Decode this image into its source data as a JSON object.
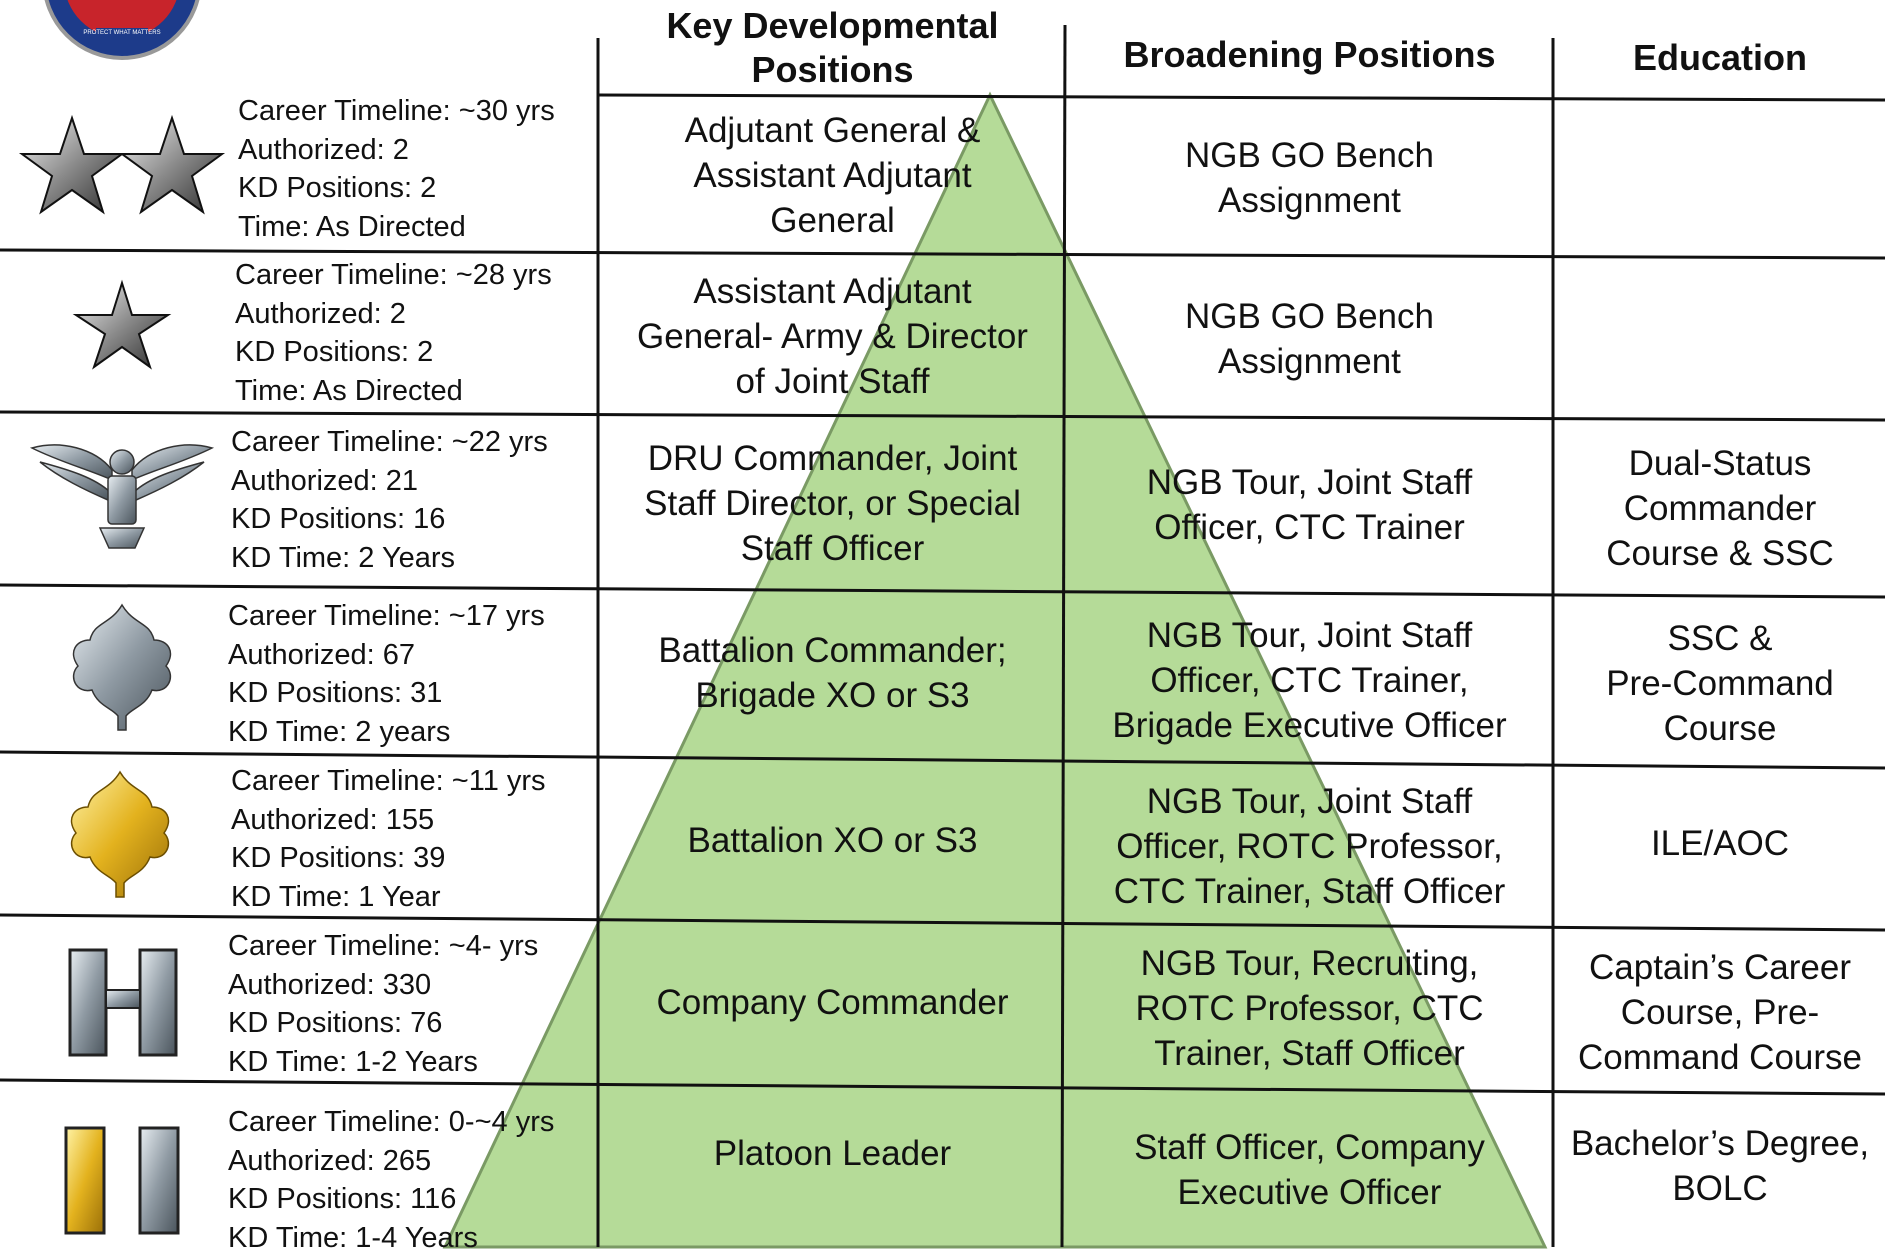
{
  "headers": {
    "kd": "Key Developmental\nPositions",
    "broadening": "Broadening Positions",
    "education": "Education"
  },
  "logo_text": "PROTECT WHAT MATTERS",
  "colors": {
    "pyramid_fill": "#b5db98",
    "pyramid_stroke": "#7a9a64",
    "grid": "#111111",
    "gold": "#e8b820",
    "silver": "#a9b2ba"
  },
  "rows": [
    {
      "insignia": "two-star-icon",
      "info": [
        "Career Timeline: ~30 yrs",
        "Authorized: 2",
        "KD Positions: 2",
        "Time: As Directed"
      ],
      "kd": "Adjutant General &\nAssistant Adjutant\nGeneral",
      "broadening": "NGB GO Bench\nAssignment",
      "education": ""
    },
    {
      "insignia": "one-star-icon",
      "info": [
        "Career Timeline: ~28 yrs",
        "Authorized: 2",
        "KD Positions: 2",
        "Time: As Directed"
      ],
      "kd": "Assistant Adjutant\nGeneral- Army & Director\nof Joint Staff",
      "broadening": "NGB GO Bench\nAssignment",
      "education": ""
    },
    {
      "insignia": "eagle-icon",
      "info": [
        "Career Timeline: ~22 yrs",
        "Authorized: 21",
        "KD Positions: 16",
        "KD Time: 2 Years"
      ],
      "kd": "DRU Commander, Joint\nStaff Director, or Special\nStaff Officer",
      "broadening": "NGB Tour, Joint Staff\nOfficer, CTC Trainer",
      "education": "Dual-Status\nCommander\nCourse & SSC"
    },
    {
      "insignia": "silver-oak-leaf-icon",
      "info": [
        "Career Timeline: ~17 yrs",
        "Authorized: 67",
        "KD Positions: 31",
        "KD Time: 2 years"
      ],
      "kd": "Battalion Commander;\nBrigade XO or S3",
      "broadening": "NGB Tour, Joint Staff\nOfficer, CTC Trainer,\nBrigade Executive Officer",
      "education": "SSC &\nPre-Command\nCourse"
    },
    {
      "insignia": "gold-oak-leaf-icon",
      "info": [
        "Career Timeline: ~11 yrs",
        "Authorized: 155",
        "KD Positions: 39",
        "KD Time: 1 Year"
      ],
      "kd": "Battalion XO or S3",
      "broadening": "NGB Tour, Joint Staff\nOfficer, ROTC Professor,\nCTC Trainer, Staff Officer",
      "education": "ILE/AOC"
    },
    {
      "insignia": "double-bar-icon",
      "info": [
        "Career Timeline: ~4- yrs",
        "Authorized: 330",
        "KD Positions: 76",
        "KD Time: 1-2 Years"
      ],
      "kd": "Company Commander",
      "broadening": "NGB Tour, Recruiting,\nROTC Professor, CTC\nTrainer, Staff Officer",
      "education": "Captain’s Career\nCourse, Pre-\nCommand Course"
    },
    {
      "insignia": "gold-silver-bars-icon",
      "info": [
        "Career Timeline: 0-~4 yrs",
        "Authorized: 265",
        "KD Positions: 116",
        "KD Time: 1-4 Years"
      ],
      "kd": "Platoon Leader",
      "broadening": "Staff Officer, Company\nExecutive Officer",
      "education": "Bachelor’s Degree,\nBOLC"
    }
  ]
}
